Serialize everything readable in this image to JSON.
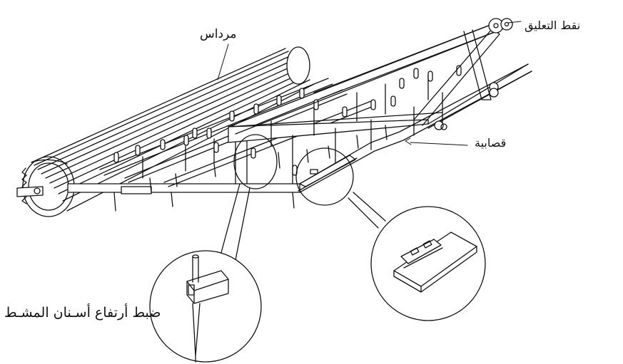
{
  "labels": {
    "roller": "مرداس",
    "hitch_points": "نقط التعليق",
    "leveling_blade": "قصابية",
    "tine_height_adjustment": "ضبط أرتفاع أسـنان المشـط"
  },
  "colors": {
    "ink": "#111111",
    "background": "#ffffff"
  }
}
